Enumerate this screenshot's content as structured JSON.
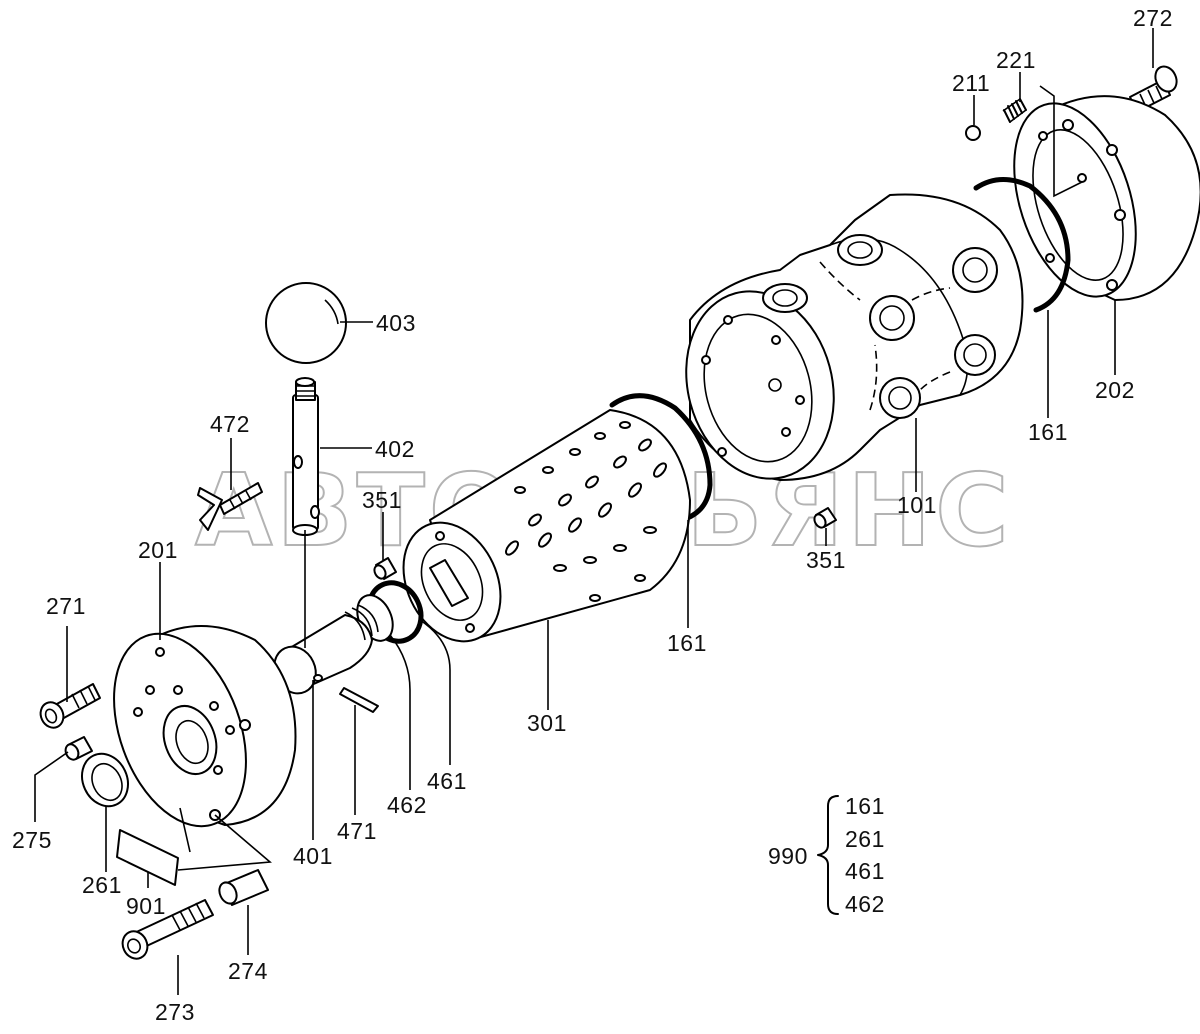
{
  "watermark": "АВТОАЛЬЯНС",
  "labels": {
    "p272": "272",
    "p221": "221",
    "p211": "211",
    "p403": "403",
    "p472": "472",
    "p402": "402",
    "p351a": "351",
    "p351b": "351",
    "p101": "101",
    "p161a": "161",
    "p161b": "161",
    "p202": "202",
    "p201": "201",
    "p271": "271",
    "p301": "301",
    "p275": "275",
    "p261": "261",
    "p901": "901",
    "p401": "401",
    "p471": "471",
    "p462": "462",
    "p461": "461",
    "p274": "274",
    "p273": "273"
  },
  "kit": {
    "code": "990",
    "items": [
      "161",
      "261",
      "461",
      "462"
    ]
  }
}
